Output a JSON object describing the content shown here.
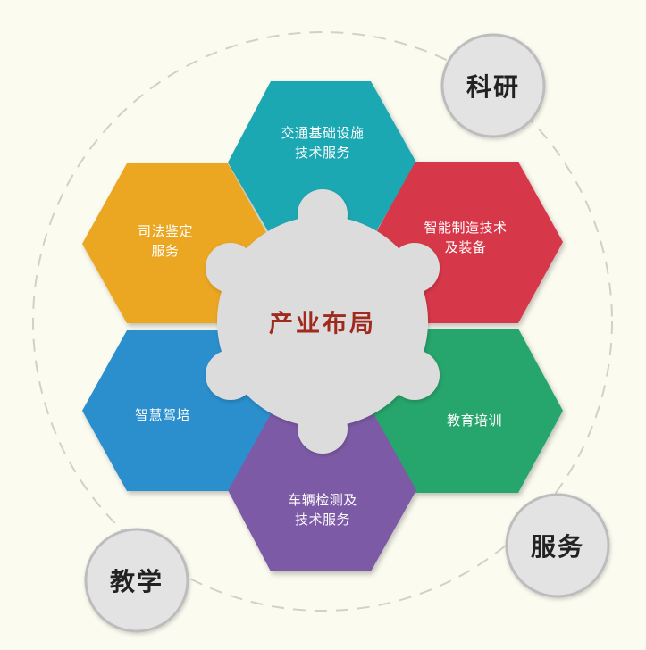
{
  "center": {
    "title": "产业布局"
  },
  "segments": {
    "top": {
      "line1": "交通基础设施",
      "line2": "技术服务",
      "color": "#1ea8b3"
    },
    "upper_right": {
      "line1": "智能制造技术",
      "line2": "及装备",
      "color": "#d7374a"
    },
    "lower_right": {
      "line1": "教育培训",
      "color": "#25a56c"
    },
    "bottom": {
      "line1": "车辆检测及",
      "line2": "技术服务",
      "color": "#7d5aa6"
    },
    "lower_left": {
      "line1": "智慧驾培",
      "color": "#2c8fcc"
    },
    "upper_left": {
      "line1": "司法鉴定",
      "line2": "服务",
      "color": "#eba724"
    }
  },
  "badges": {
    "research": "科研",
    "service": "服务",
    "teaching": "教学"
  },
  "colors": {
    "background": "#fcfbf0",
    "puzzle_center": "#dcdcdc",
    "badge_fill": "#e3e3e3",
    "badge_stroke": "#bdbdbd",
    "dashed_ring": "#d3d0c8"
  }
}
